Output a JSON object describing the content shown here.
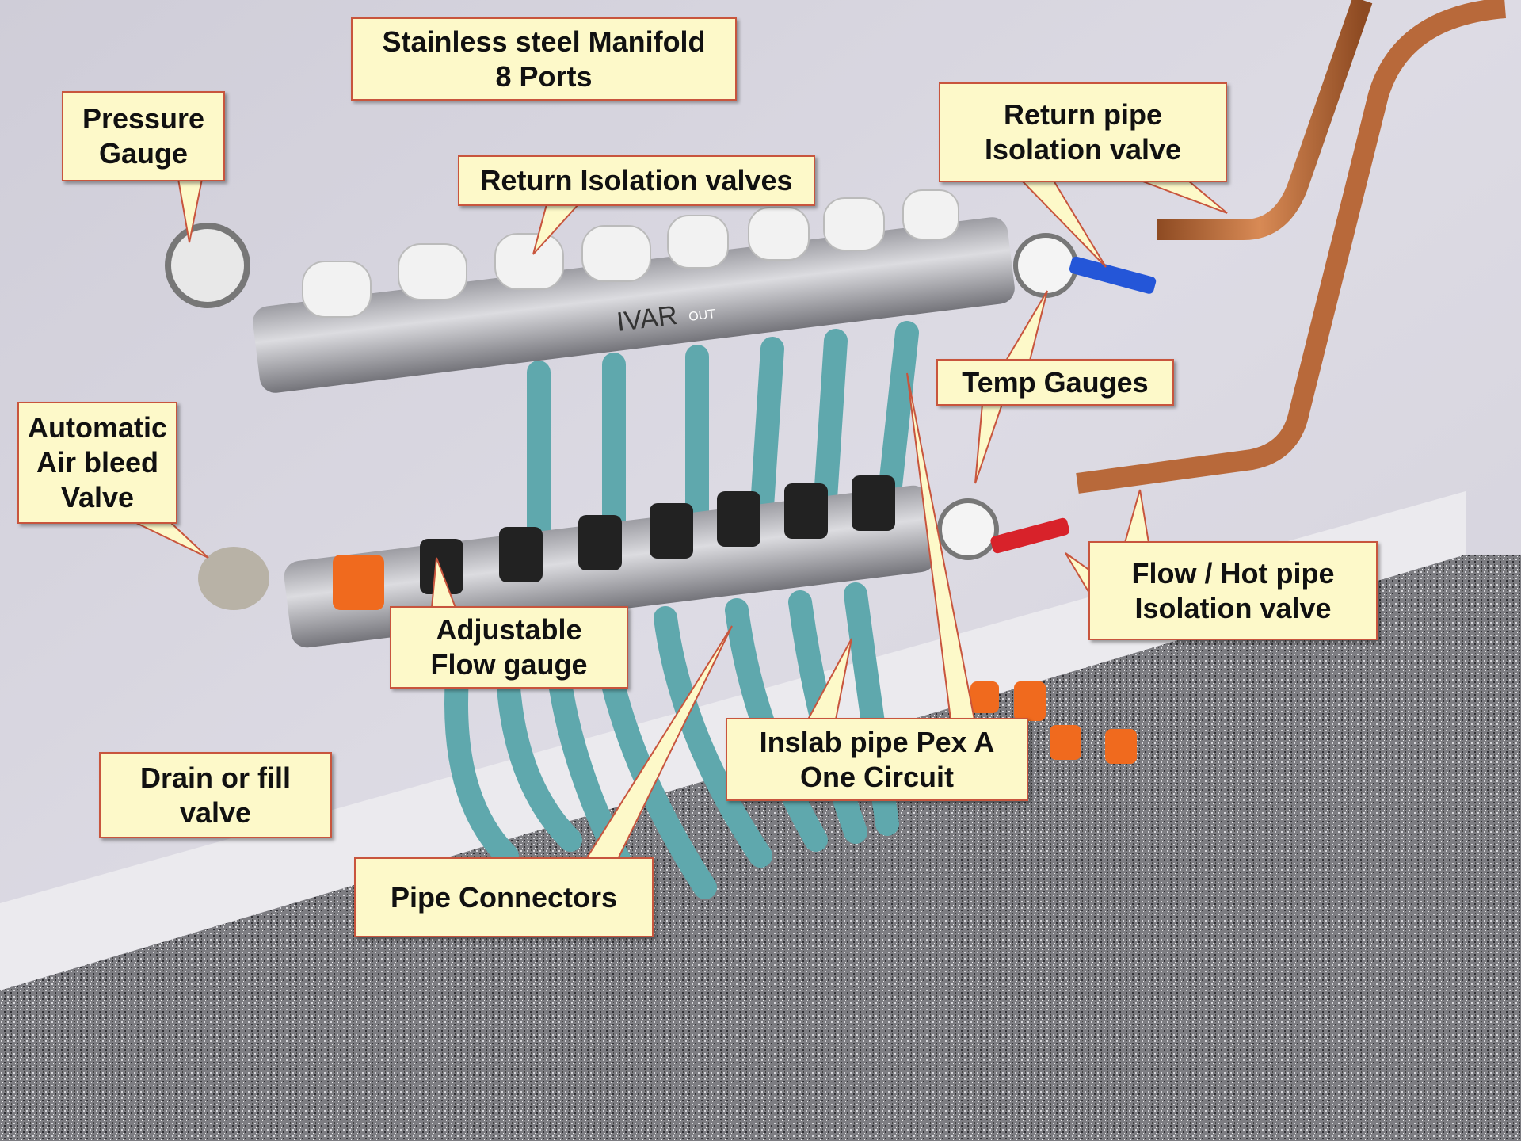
{
  "labels": {
    "manifold": [
      "Stainless steel Manifold",
      "8 Ports"
    ],
    "pressure_gauge": [
      "Pressure",
      "Gauge"
    ],
    "return_isolation_valves": [
      "Return Isolation valves"
    ],
    "return_pipe_isolation_valve": [
      "Return pipe",
      "Isolation valve"
    ],
    "temp_gauges": [
      "Temp Gauges"
    ],
    "air_bleed_valve": [
      "Automatic",
      "Air bleed",
      "Valve"
    ],
    "flow_gauge": [
      "Adjustable",
      "Flow gauge"
    ],
    "flow_hot_pipe_valve": [
      "Flow / Hot pipe",
      "Isolation valve"
    ],
    "inslab_pipe": [
      "Inslab pipe Pex A",
      "One Circuit"
    ],
    "drain_fill_valve": [
      "Drain or fill",
      "valve"
    ],
    "pipe_connectors": [
      "Pipe Connectors"
    ]
  },
  "photo_markings": {
    "brand": "IVAR",
    "return_tag": "OUT"
  },
  "colors": {
    "callout_fill": "#fdf9c9",
    "callout_border": "#c8553d",
    "pex_pipe": "#5fa8ad",
    "copper": "#b8693a"
  }
}
